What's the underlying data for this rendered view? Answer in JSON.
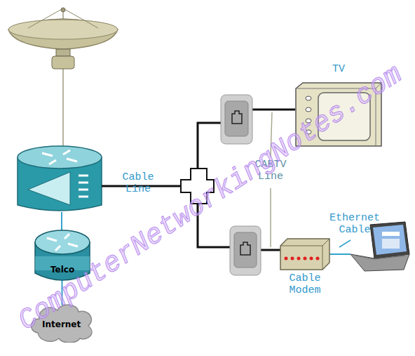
{
  "diagram": {
    "nodes": [
      {
        "text": [
          "Telco"
        ]
      },
      {
        "text": [
          "Internet"
        ]
      },
      {
        "text": [
          "TV"
        ]
      },
      {
        "text": [
          "Cable Modem"
        ]
      }
    ],
    "edges": [
      {
        "from": 0,
        "to": 1,
        "arrow": "none"
      }
    ],
    "labels": [
      "Cable Line",
      "CABTV Line",
      "Ethernet Cable",
      "ComputerNetworkingNotes.com"
    ]
  }
}
